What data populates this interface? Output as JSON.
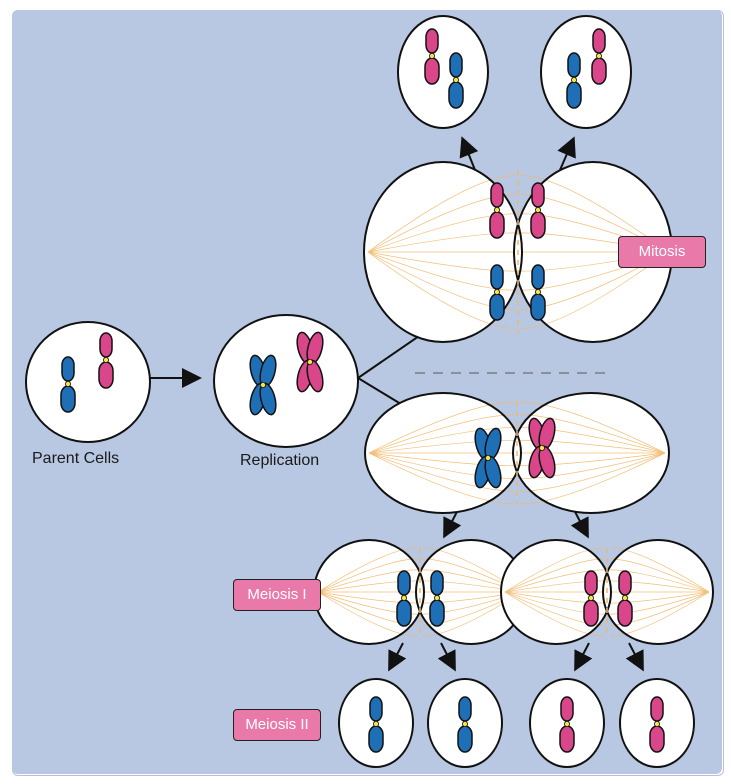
{
  "labels": {
    "parent": "Parent Cells",
    "replication": "Replication",
    "mitosis": "Mitosis",
    "meiosis1": "Meiosis I",
    "meiosis2": "Meiosis II"
  },
  "colors": {
    "background": "#b8c8e2",
    "chromosome_blue": "#1f6fb6",
    "chromosome_pink": "#d9468a",
    "centromere": "#f2e64a",
    "spindle": "#f0b868",
    "cell_fill": "#ffffff",
    "outline": "#111111",
    "badge": "#e879a8"
  }
}
